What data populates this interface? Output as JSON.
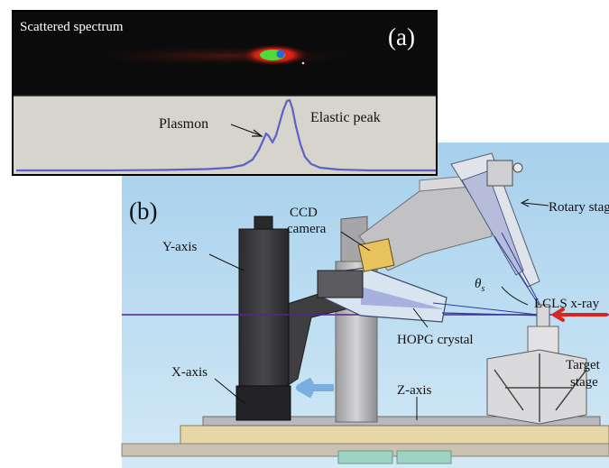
{
  "panel_a": {
    "tag": "(a)",
    "spectrum_title": "Scattered spectrum",
    "plasmon_label": "Plasmon",
    "elastic_label": "Elastic peak"
  },
  "panel_b": {
    "tag": "(b)",
    "labels": {
      "ccd_line1": "CCD",
      "ccd_line2": "camera",
      "y_axis": "Y-axis",
      "x_axis": "X-axis",
      "z_axis": "Z-axis",
      "rotary_stage": "Rotary stage",
      "lcls": "LCLS x-ray",
      "hopg": "HOPG crystal",
      "theta_symbol": "θ",
      "theta_sub": "s",
      "target_line1": "Target",
      "target_line2": "stage"
    }
  },
  "colors": {
    "panel_a_border": "#000000",
    "detector_bg": "#0b0b0b",
    "hot_spot_red": "#e0281a",
    "hot_spot_green": "#4ddc3a",
    "spectrum_line": "#5a62c8",
    "plot_bg": "#d6d2cc",
    "sky_top": "#a9d2ec",
    "sky_bottom": "#cde6f5",
    "xray_line": "#5a1f9a",
    "arrow_red": "#d8261c",
    "arrow_blue": "#7aaee0"
  }
}
